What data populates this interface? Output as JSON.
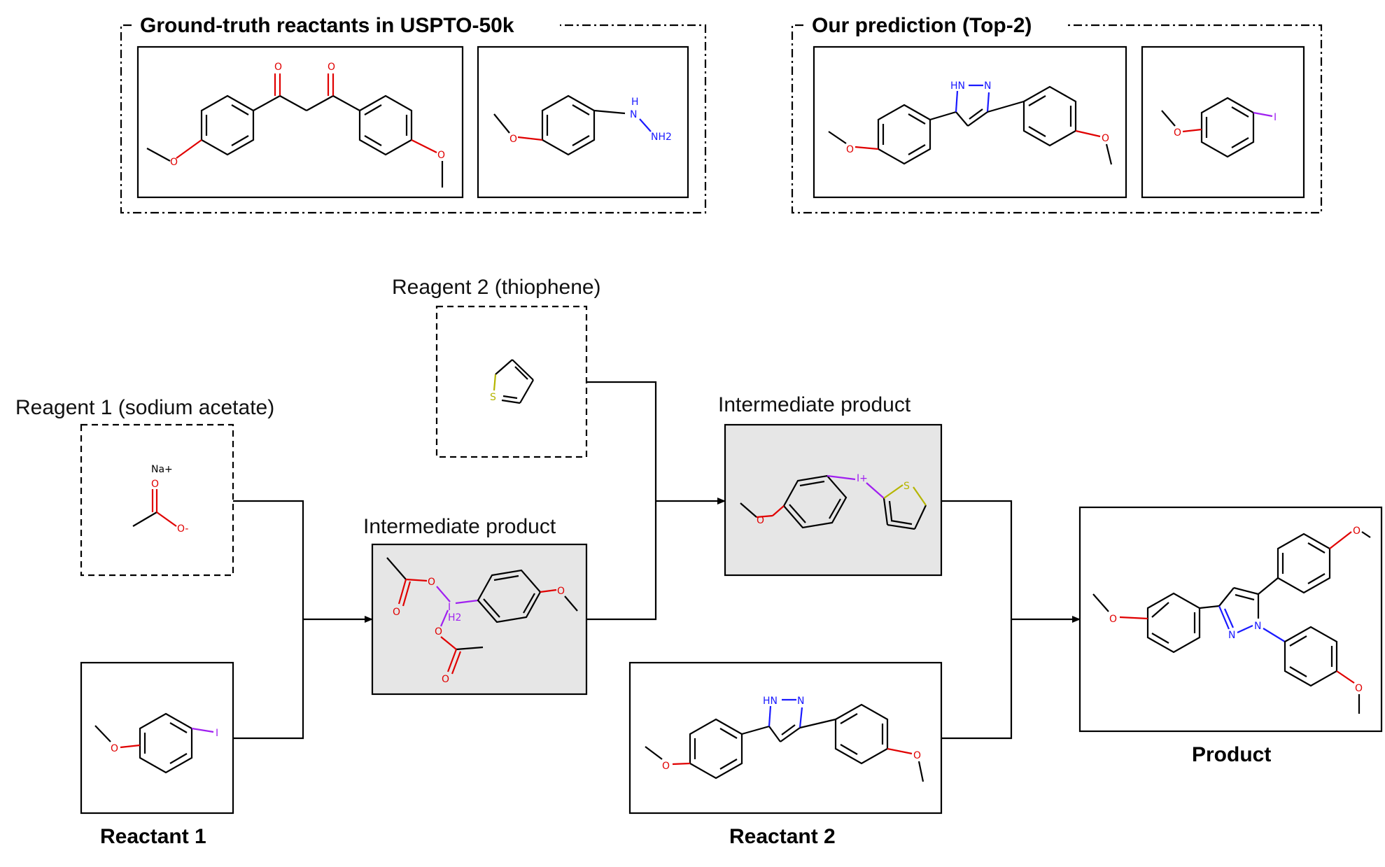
{
  "top_groups": {
    "ground_truth_title": "Ground-truth reactants in USPTO-50k",
    "prediction_title": "Our prediction (Top-2)"
  },
  "labels": {
    "reagent1": "Reagent 1 (sodium acetate)",
    "reagent2": "Reagent 2 (thiophene)",
    "intermediate1": "Intermediate product",
    "intermediate2": "Intermediate product",
    "reactant1": "Reactant 1",
    "reactant2": "Reactant 2",
    "product": "Product"
  },
  "atoms": {
    "O": "O",
    "N": "N",
    "HN": "HN",
    "H": "H",
    "NH2": "NH2",
    "I": "I",
    "I_plus": "I+",
    "S": "S",
    "Na_plus": "Na+",
    "O_minus": "O-",
    "H2": "H2"
  },
  "colors": {
    "oxygen": "#e00000",
    "nitrogen": "#1a1aff",
    "iodine": "#a020f0",
    "sulfur": "#b5b500",
    "intermediate_fill": "#e6e6e6"
  }
}
